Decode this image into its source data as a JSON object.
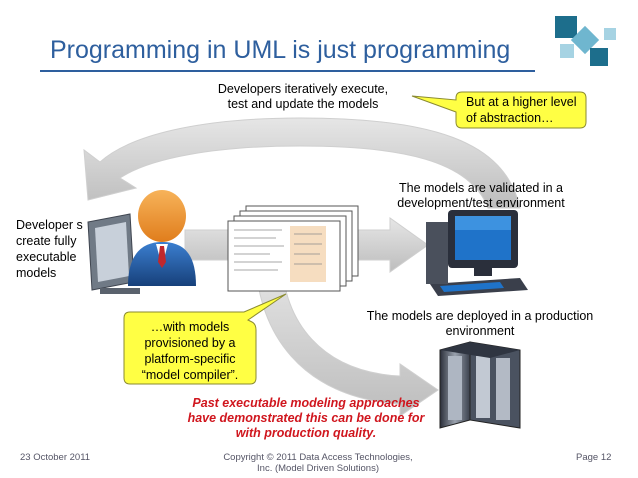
{
  "slide": {
    "title": "Programming in UML is just programming",
    "captions": {
      "top": "Developers iteratively execute, test and update the models",
      "validated": "The models are validated in a development/test environment",
      "deployed": "The models are deployed in a production environment"
    },
    "left_label": "Developer s create fully executable models",
    "callouts": {
      "higher_level": "But at a higher level of abstraction…",
      "compiler": "…with models provisioned by a platform-specific “model compiler”."
    },
    "highlight": "Past executable modeling approaches have demonstrated this can be done for with production quality.",
    "footer": {
      "date": "23 October 2011",
      "copyright": "Copyright © 2011 Data Access Technologies, Inc. (Model Driven Solutions)",
      "page": "Page 12"
    }
  },
  "colors": {
    "title": "#2e5f9e",
    "callout_fill": "#ffff44",
    "arrow_gray": "#d9d9d9",
    "highlight_red": "#d0161e"
  },
  "icons": [
    "logo-cubes",
    "developer-icon",
    "model-documents-icon",
    "desktop-computer-icon",
    "server-rack-icon"
  ]
}
